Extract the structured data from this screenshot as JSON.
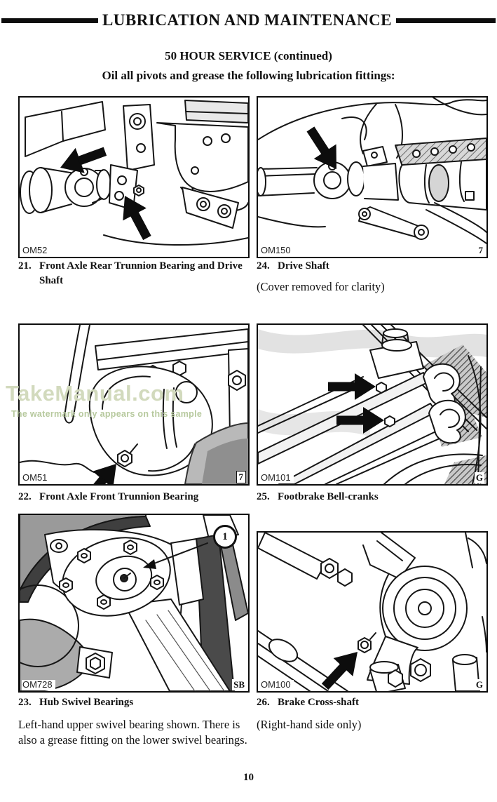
{
  "header": {
    "title": "LUBRICATION AND MAINTENANCE"
  },
  "section": {
    "heading": "50 HOUR SERVICE (continued)",
    "intro": "Oil all pivots and grease the following lubrication fittings:"
  },
  "figures": [
    {
      "code": "OM52",
      "number": "21.",
      "title": "Front Axle Rear Trunnion Bearing and Drive Shaft",
      "note": "",
      "corner_mark": ""
    },
    {
      "code": "OM150",
      "number": "24.",
      "title": "Drive Shaft",
      "note": "(Cover removed for clarity)",
      "corner_mark": "7"
    },
    {
      "code": "OM51",
      "number": "22.",
      "title": "Front Axle Front Trunnion Bearing",
      "note": "",
      "corner_mark": "7"
    },
    {
      "code": "OM101",
      "number": "25.",
      "title": "Footbrake Bell-cranks",
      "note": "",
      "corner_mark": "G"
    },
    {
      "code": "OM728",
      "number": "23.",
      "title": "Hub Swivel Bearings",
      "note": "Left-hand upper swivel bearing shown. There is also a grease fitting on the lower swivel bearings.",
      "corner_mark": "SB",
      "callout": "1"
    },
    {
      "code": "OM100",
      "number": "26.",
      "title": "Brake Cross-shaft",
      "note": "(Right-hand side only)",
      "corner_mark": "G"
    }
  ],
  "watermark": {
    "text": "TakeManual.com",
    "subtext": "The watermark only appears on this sample",
    "color": "#d2dabd",
    "subcolor": "#b7c99e"
  },
  "page_number": "10"
}
